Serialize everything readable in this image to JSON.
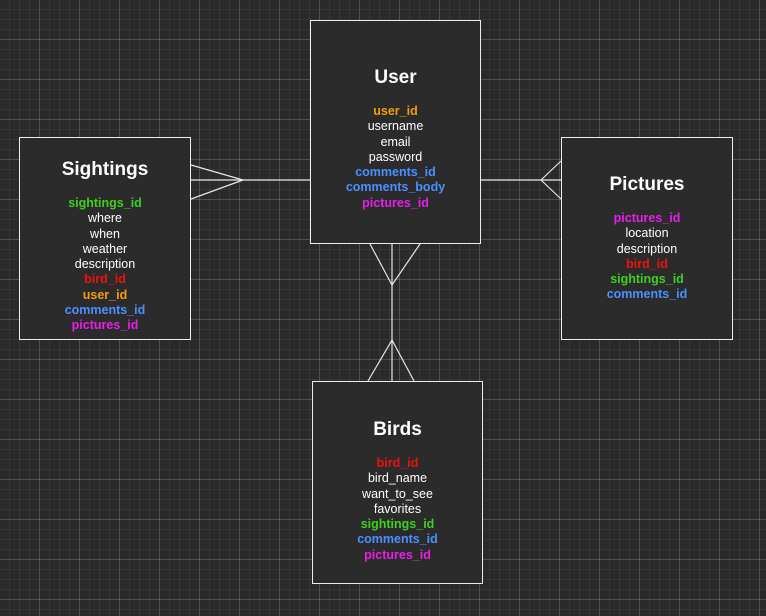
{
  "colors": {
    "canvas": "#2a2a2a",
    "box_fill": "#2b2b2b",
    "box_border": "#ededed",
    "title": "#ffffff",
    "default_field": "#ffffff",
    "orange": "#f39c12",
    "blue": "#4a90ff",
    "magenta": "#e91ee9",
    "green": "#3fcf1f",
    "red": "#ee1111"
  },
  "entities": {
    "user": {
      "title": "User",
      "fields": [
        {
          "text": "user_id",
          "color": "#f39c12",
          "key": true
        },
        {
          "text": "username",
          "color": "#ffffff",
          "key": false
        },
        {
          "text": "email",
          "color": "#ffffff",
          "key": false
        },
        {
          "text": "password",
          "color": "#ffffff",
          "key": false
        },
        {
          "text": "comments_id",
          "color": "#4a90ff",
          "key": true
        },
        {
          "text": "comments_body",
          "color": "#4a90ff",
          "key": true
        },
        {
          "text": "pictures_id",
          "color": "#e91ee9",
          "key": true
        }
      ]
    },
    "sightings": {
      "title": "Sightings",
      "fields": [
        {
          "text": "sightings_id",
          "color": "#3fcf1f",
          "key": true
        },
        {
          "text": "where",
          "color": "#ffffff",
          "key": false
        },
        {
          "text": "when",
          "color": "#ffffff",
          "key": false
        },
        {
          "text": "weather",
          "color": "#ffffff",
          "key": false
        },
        {
          "text": "description",
          "color": "#ffffff",
          "key": false
        },
        {
          "text": "bird_id",
          "color": "#ee1111",
          "key": true
        },
        {
          "text": "user_id",
          "color": "#f39c12",
          "key": true
        },
        {
          "text": "comments_id",
          "color": "#4a90ff",
          "key": true
        },
        {
          "text": "pictures_id",
          "color": "#e91ee9",
          "key": true
        }
      ]
    },
    "pictures": {
      "title": "Pictures",
      "fields": [
        {
          "text": "pictures_id",
          "color": "#e91ee9",
          "key": true
        },
        {
          "text": "location",
          "color": "#ffffff",
          "key": false
        },
        {
          "text": "description",
          "color": "#ffffff",
          "key": false
        },
        {
          "text": "bird_id",
          "color": "#ee1111",
          "key": true
        },
        {
          "text": "sightings_id",
          "color": "#3fcf1f",
          "key": true
        },
        {
          "text": "comments_id",
          "color": "#4a90ff",
          "key": true
        }
      ]
    },
    "birds": {
      "title": "Birds",
      "fields": [
        {
          "text": "bird_id",
          "color": "#ee1111",
          "key": true
        },
        {
          "text": "bird_name",
          "color": "#ffffff",
          "key": false
        },
        {
          "text": "want_to_see",
          "color": "#ffffff",
          "key": false
        },
        {
          "text": "favorites",
          "color": "#ffffff",
          "key": false
        },
        {
          "text": "sightings_id",
          "color": "#3fcf1f",
          "key": true
        },
        {
          "text": "comments_id",
          "color": "#4a90ff",
          "key": true
        },
        {
          "text": "pictures_id",
          "color": "#e91ee9",
          "key": true
        }
      ]
    }
  },
  "relationships": [
    {
      "from": "user",
      "to": "sightings",
      "from_end": "one",
      "to_end": "many"
    },
    {
      "from": "user",
      "to": "pictures",
      "from_end": "one",
      "to_end": "many"
    },
    {
      "from": "user",
      "to": "birds",
      "from_end": "many",
      "to_end": "many"
    }
  ]
}
